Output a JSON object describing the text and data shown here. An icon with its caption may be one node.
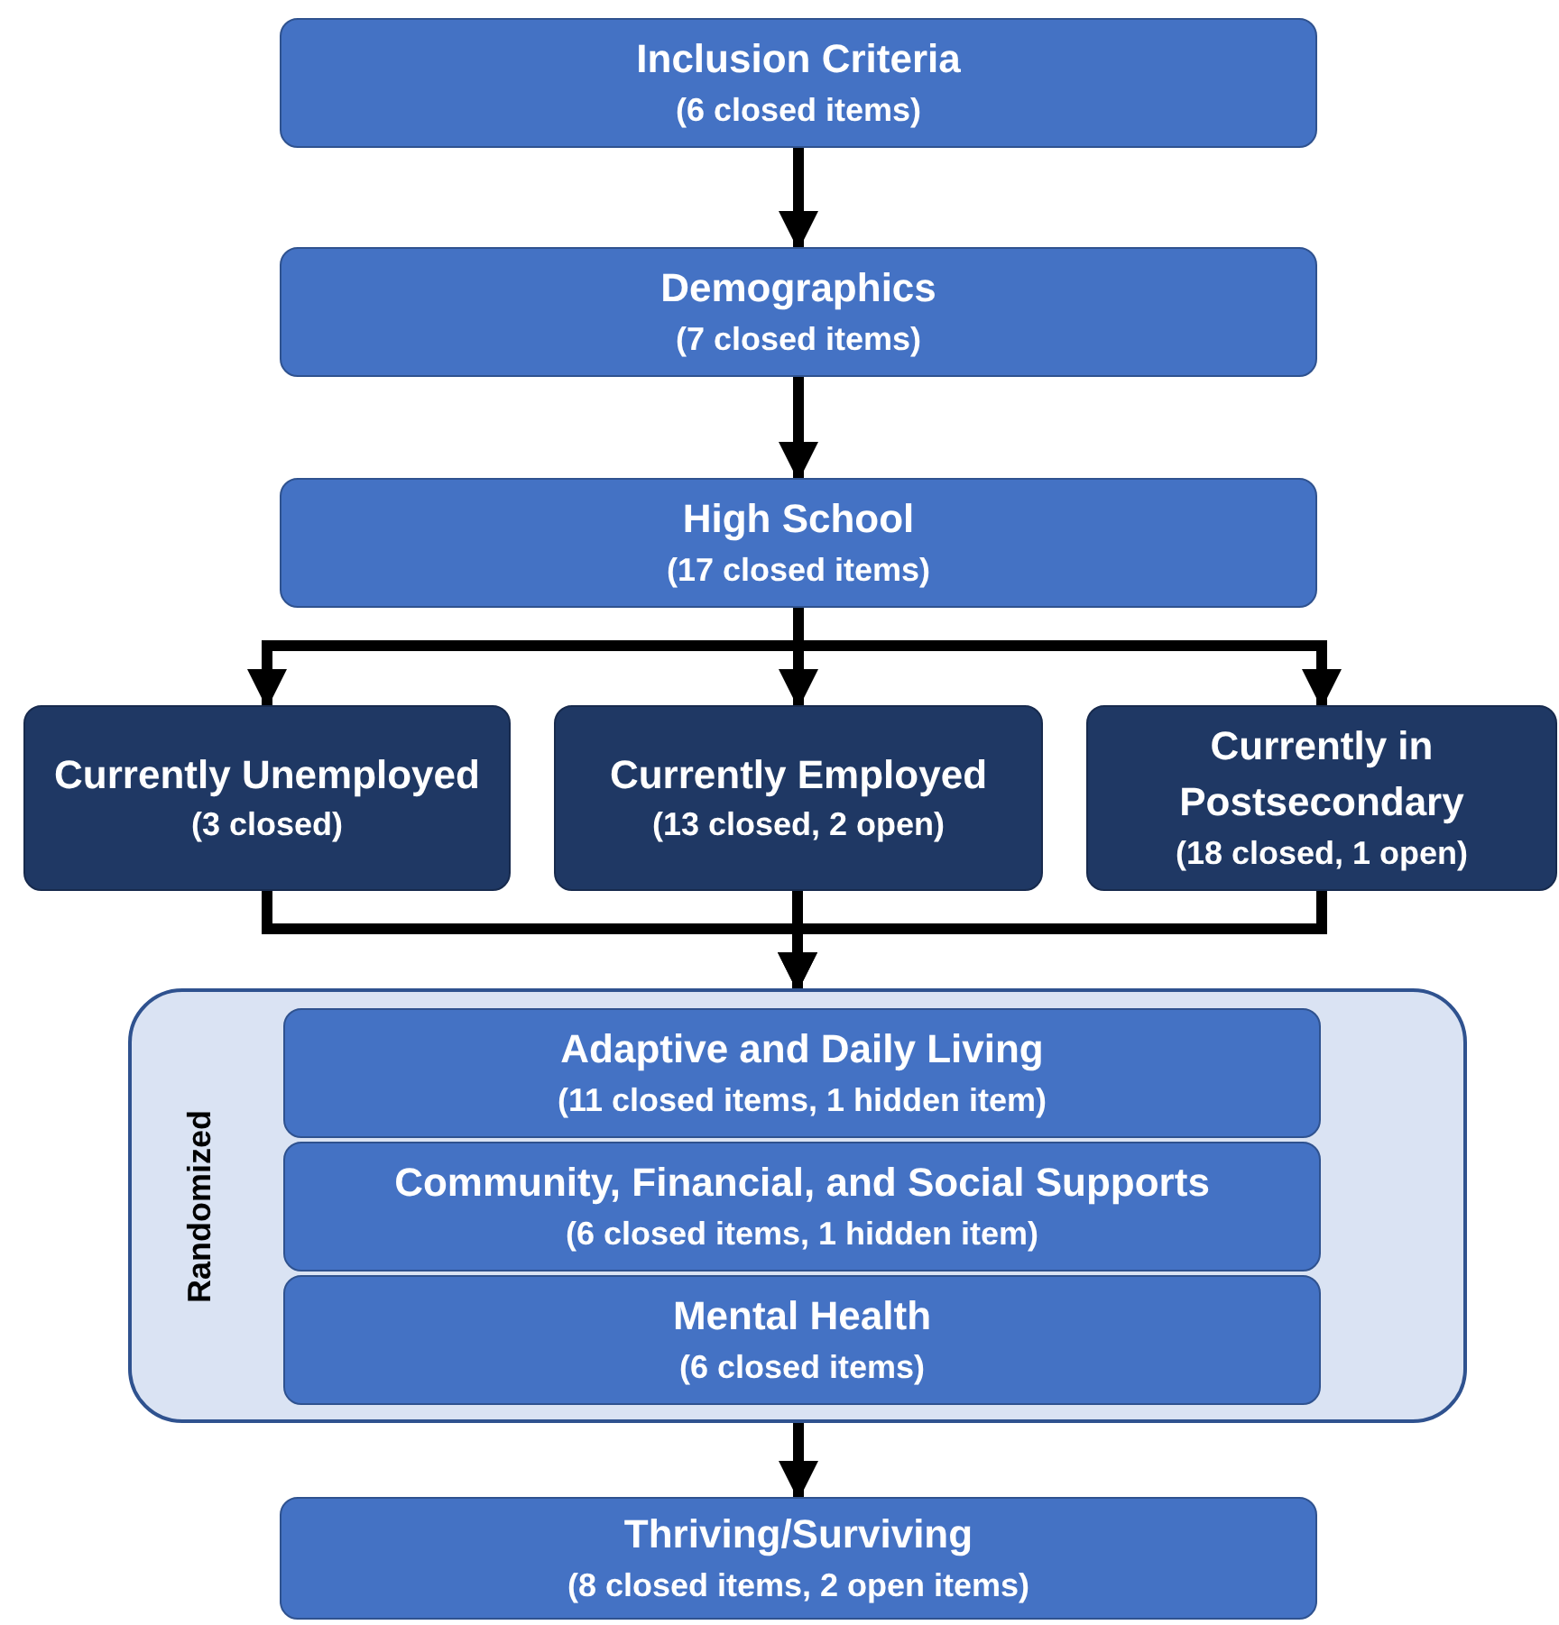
{
  "diagram": {
    "nodes": [
      {
        "text": [
          "Inclusion Criteria",
          "(6 closed items)"
        ]
      },
      {
        "text": [
          "Demographics",
          "(7 closed items)"
        ]
      },
      {
        "text": [
          "High School",
          "(17 closed items)"
        ]
      },
      {
        "text": [
          "Currently Unemployed",
          "(3 closed)"
        ]
      },
      {
        "text": [
          "Currently Employed",
          "(13 closed, 2 open)"
        ]
      },
      {
        "text": [
          "Currently in Postsecondary",
          "(18 closed, 1 open)"
        ]
      },
      {
        "text": [
          "Randomized"
        ]
      },
      {
        "text": [
          "Adaptive and Daily Living",
          "(11 closed items, 1 hidden item)"
        ],
        "in": 6
      },
      {
        "text": [
          "Community, Financial, and Social Supports",
          "(6 closed items, 1 hidden item)"
        ],
        "in": 6
      },
      {
        "text": [
          "Mental Health",
          "(6 closed items)"
        ],
        "in": 6
      },
      {
        "text": [
          "Thriving/Surviving",
          "(8 closed items, 2 open items)"
        ]
      }
    ],
    "edges": [
      {
        "from": 0,
        "to": 1,
        "arrow": "to"
      },
      {
        "from": 1,
        "to": 2,
        "arrow": "to"
      },
      {
        "from": 2,
        "to": 3,
        "arrow": "to"
      },
      {
        "from": 2,
        "to": 4,
        "arrow": "to"
      },
      {
        "from": 2,
        "to": 5,
        "arrow": "to"
      },
      {
        "from": 3,
        "to": 6,
        "arrow": "to"
      },
      {
        "from": 4,
        "to": 6,
        "arrow": "to"
      },
      {
        "from": 5,
        "to": 6,
        "arrow": "to"
      },
      {
        "from": 6,
        "to": 10,
        "arrow": "to"
      }
    ]
  }
}
